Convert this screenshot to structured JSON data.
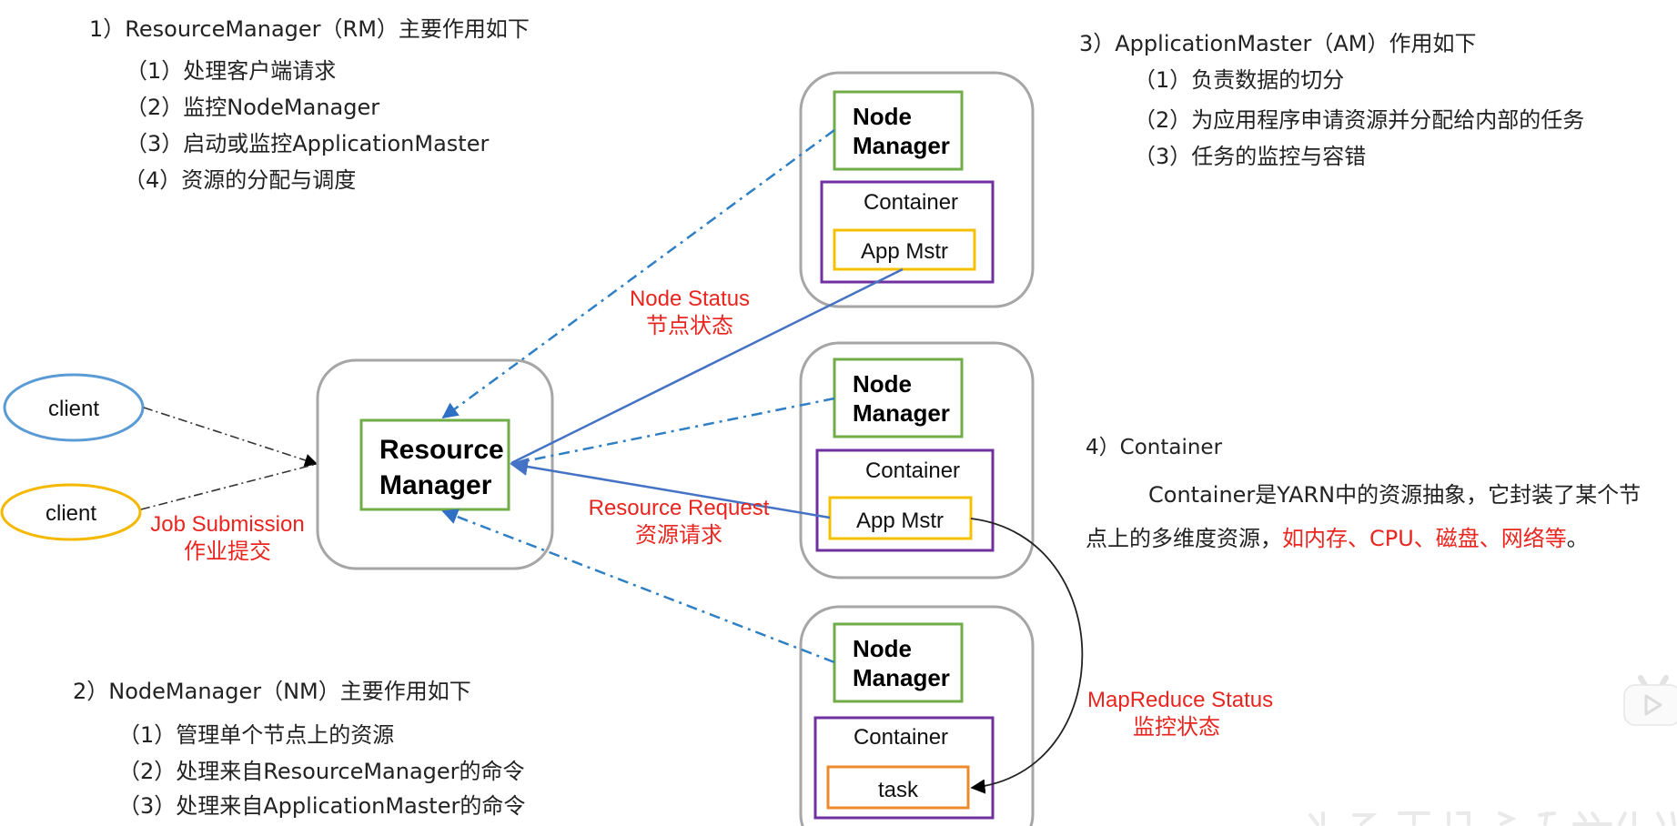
{
  "section_rm": {
    "title": "1）ResourceManager（RM）主要作用如下",
    "items": [
      "（1）处理客户端请求",
      "（2）监控NodeManager",
      "（3）启动或监控ApplicationMaster",
      "（4）资源的分配与调度"
    ]
  },
  "section_nm": {
    "title": "2）NodeManager（NM）主要作用如下",
    "items": [
      "（1）管理单个节点上的资源",
      "（2）处理来自ResourceManager的命令",
      "（3）处理来自ApplicationMaster的命令"
    ]
  },
  "section_am": {
    "title": "3）ApplicationMaster（AM）作用如下",
    "items": [
      "（1）负责数据的切分",
      "（2）为应用程序申请资源并分配给内部的任务",
      "（3）任务的监控与容错"
    ]
  },
  "section_container": {
    "title": "4）Container",
    "line1": "Container是YARN中的资源抽象，它封装了某个节",
    "line2_prefix": "点上的多维度资源，",
    "line2_highlight": "如内存、CPU、磁盘、网络等",
    "line2_suffix": "。"
  },
  "diagram": {
    "clients": [
      {
        "label": "client",
        "color": "#5b9bd5"
      },
      {
        "label": "client",
        "color": "#f5b800"
      }
    ],
    "resource_manager": {
      "line1": "Resource",
      "line2": "Manager",
      "color": "#70ad47"
    },
    "nodes": [
      {
        "nm_line1": "Node",
        "nm_line2": "Manager",
        "container": "Container",
        "inner": "App Mstr",
        "inner_color": "#f5c000"
      },
      {
        "nm_line1": "Node",
        "nm_line2": "Manager",
        "container": "Container",
        "inner": "App Mstr",
        "inner_color": "#f5c000"
      },
      {
        "nm_line1": "Node",
        "nm_line2": "Manager",
        "container": "Container",
        "inner": "task",
        "inner_color": "#ed8a2c"
      }
    ],
    "labels": {
      "job_submission_en": "Job Submission",
      "job_submission_zh": "作业提交",
      "node_status_en": "Node Status",
      "node_status_zh": "节点状态",
      "resource_request_en": "Resource Request",
      "resource_request_zh": "资源请求",
      "mapreduce_status_en": "MapReduce Status",
      "mapreduce_status_zh": "监控状态"
    },
    "colors": {
      "outer_box": "#a6a6a6",
      "nm_border": "#70ad47",
      "container_border": "#7030a0",
      "status_line": "#2f7fc4",
      "request_line": "#4472c4",
      "label_red": "#e8251f"
    }
  },
  "overlay": {
    "player_icon": "bilibili-tv-icon"
  }
}
